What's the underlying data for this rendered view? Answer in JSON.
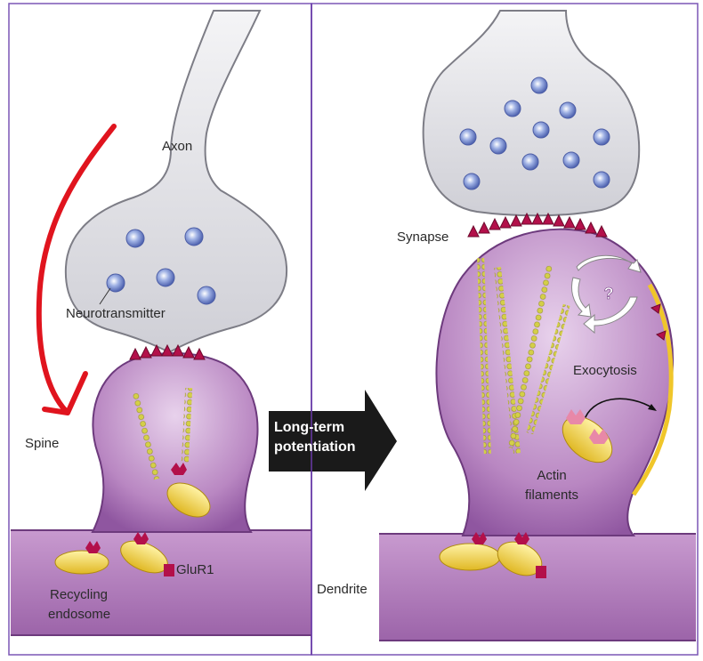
{
  "labels": {
    "axon": "Axon",
    "neurotransmitter": "Neurotransmitter",
    "spine": "Spine",
    "glur1": "GluR1",
    "recycling_endosome_line1": "Recycling",
    "recycling_endosome_line2": "endosome",
    "dendrite": "Dendrite",
    "synapse": "Synapse",
    "exocytosis": "Exocytosis",
    "actin_line1": "Actin",
    "actin_line2": "filaments",
    "ltp_line1": "Long-term",
    "ltp_line2": "potentiation",
    "question_mark": "?"
  },
  "colors": {
    "membrane_purple": "#9b62a8",
    "membrane_light": "#e6cdea",
    "terminal_grey": "#d4d4d8",
    "receptor_red": "#b3104a",
    "vesicle_blue": "#6f86c9",
    "endosome_yellow": "#f0d64a",
    "actin_yellow": "#d6d04a",
    "annotation_red": "#e0141e",
    "divider_purple": "#6a3aa8",
    "arrow_black": "#1a1a1a"
  }
}
